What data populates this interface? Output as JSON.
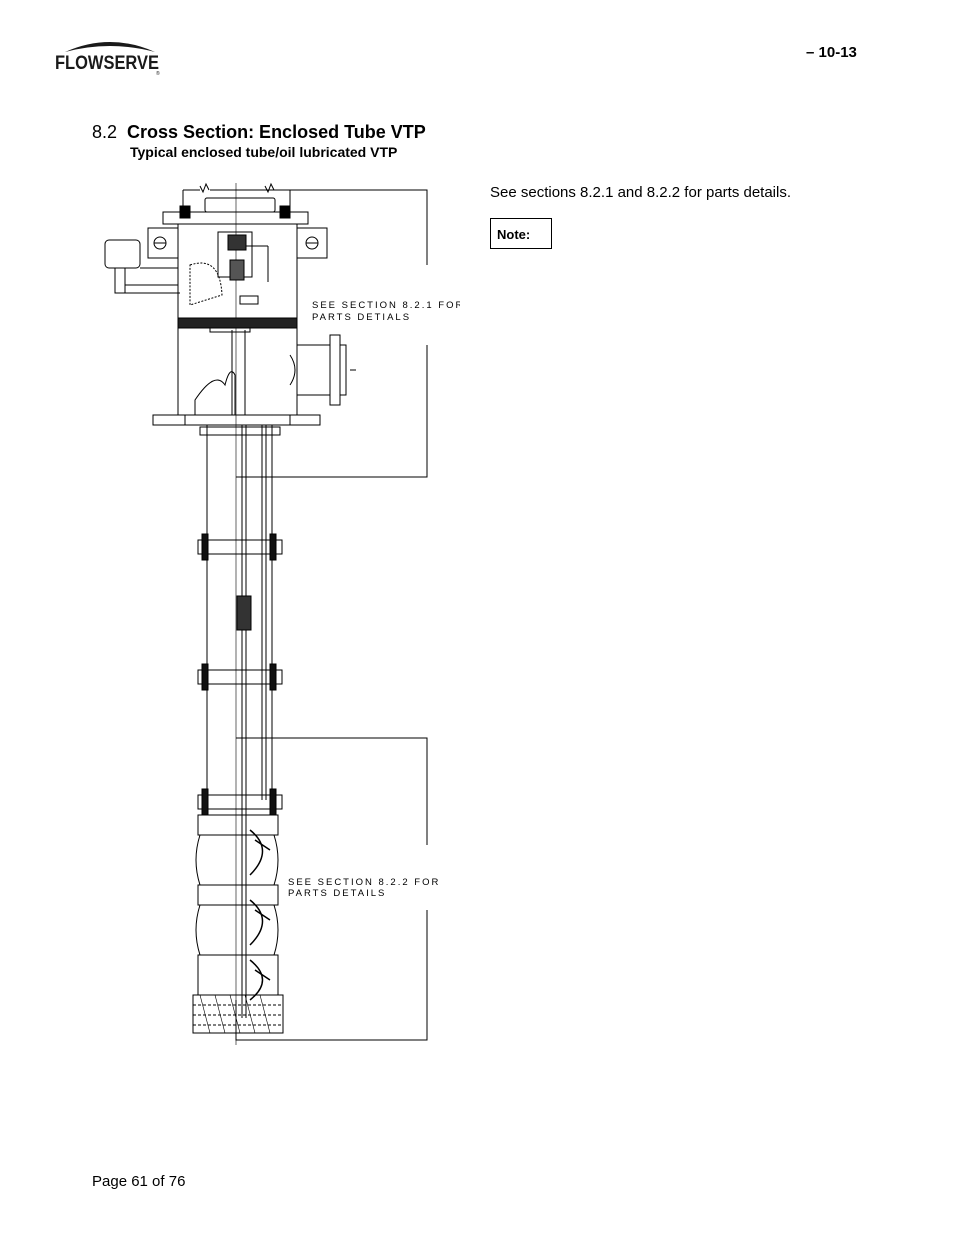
{
  "header": {
    "logo_text": "FLOWSERVE",
    "revision": "– 10-13"
  },
  "section": {
    "number": "8.2",
    "title": "Cross Section: Enclosed Tube VTP",
    "subtitle": "Typical enclosed tube/oil lubricated VTP"
  },
  "sidebar": {
    "reference_text": "See sections 8.2.1 and 8.2.2 for parts details.",
    "note_label": "Note:"
  },
  "drawing": {
    "callout_upper_line1": "SEE SECTION 8.2.1 FOR",
    "callout_upper_line2": "PARTS DETIALS",
    "callout_lower_line1": "SEE SECTION 8.2.2 FOR",
    "callout_lower_line2": "PARTS DETAILS"
  },
  "footer": {
    "page_number": "Page 61 of 76"
  }
}
